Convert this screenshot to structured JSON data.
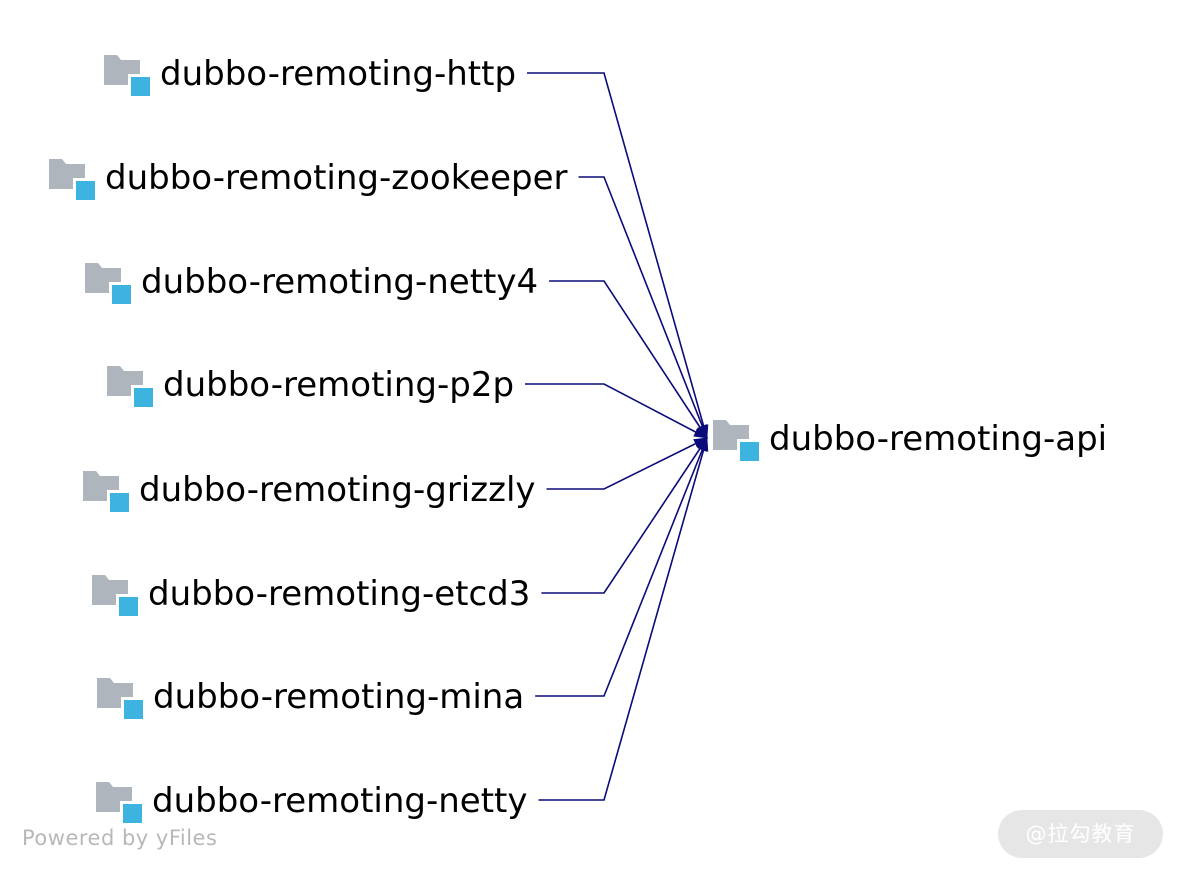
{
  "diagram": {
    "type": "module-dependency-graph",
    "target": {
      "label": "dubbo-remoting-api",
      "icon": "module-folder-icon"
    },
    "sources": [
      {
        "label": "dubbo-remoting-http",
        "icon": "module-folder-icon"
      },
      {
        "label": "dubbo-remoting-zookeeper",
        "icon": "module-folder-icon"
      },
      {
        "label": "dubbo-remoting-netty4",
        "icon": "module-folder-icon"
      },
      {
        "label": "dubbo-remoting-p2p",
        "icon": "module-folder-icon"
      },
      {
        "label": "dubbo-remoting-grizzly",
        "icon": "module-folder-icon"
      },
      {
        "label": "dubbo-remoting-etcd3",
        "icon": "module-folder-icon"
      },
      {
        "label": "dubbo-remoting-mina",
        "icon": "module-folder-icon"
      },
      {
        "label": "dubbo-remoting-netty",
        "icon": "module-folder-icon"
      }
    ]
  },
  "colors": {
    "edge": "#0b0b7a",
    "folder": "#aeb5bd",
    "badge": "#3db4e0"
  },
  "footer": {
    "powered_by": "Powered by yFiles"
  },
  "watermark": {
    "text": "@拉勾教育"
  }
}
